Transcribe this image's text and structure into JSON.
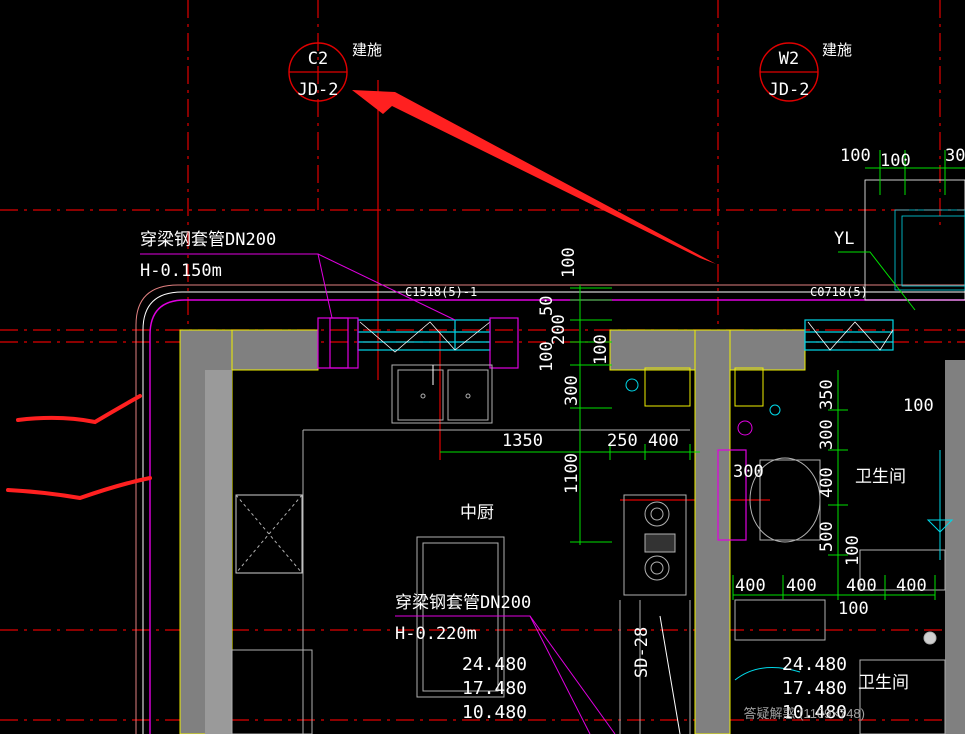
{
  "colors": {
    "background": "#000000",
    "grid_red": "#e00000",
    "wall_gray": "#808080",
    "dim_green": "#00e000",
    "text_white": "#ffffff",
    "magenta": "#e000e0",
    "cyan": "#00d8e8",
    "yellow": "#f0f000",
    "annotation_arrow": "#ff2020",
    "watermark": "#bdbdbd"
  },
  "markers": {
    "left": {
      "top": "C2",
      "bottom": "JD-2",
      "note": "建施"
    },
    "right": {
      "top": "W2",
      "bottom": "JD-2",
      "note": "建施"
    }
  },
  "sleeve_labels": {
    "upper": {
      "pipe": "穿梁钢套管DN200",
      "elevation": "H-0.150m"
    },
    "lower": {
      "pipe": "穿梁钢套管DN200",
      "elevation": "H-0.220m"
    }
  },
  "window_tags": {
    "left": "C1518(5)-1",
    "right": "C0718(5)"
  },
  "rooms": {
    "kitchen": "中厨",
    "bath_upper": "卫生间",
    "bath_lower": "卫生间"
  },
  "pipe_tags": {
    "yl": "YL",
    "sd": "SD-28"
  },
  "dimensions": {
    "d100_top_a": "100",
    "d100_top_b": "100",
    "d30_top": "30",
    "v100_a": "100",
    "v200": "200",
    "v50": "50",
    "v100_b": "100",
    "v100_c": "100",
    "v300": "300",
    "h1350": "1350",
    "h250": "250",
    "h400": "400",
    "v1100": "1100",
    "v350": "350",
    "v300_b": "300",
    "v400": "400",
    "v500": "500",
    "v100_d": "100",
    "d300_bath": "300",
    "d100_bath": "100",
    "h400_a": "400",
    "h400_b": "400",
    "h400_c": "400",
    "h400_d": "400",
    "h100_bottom": "100"
  },
  "elevations_left": [
    "24.480",
    "17.480",
    "10.480"
  ],
  "elevations_right": [
    "24.480",
    "17.480",
    "10.480"
  ],
  "watermark": "答疑解惑 (1109×748)"
}
